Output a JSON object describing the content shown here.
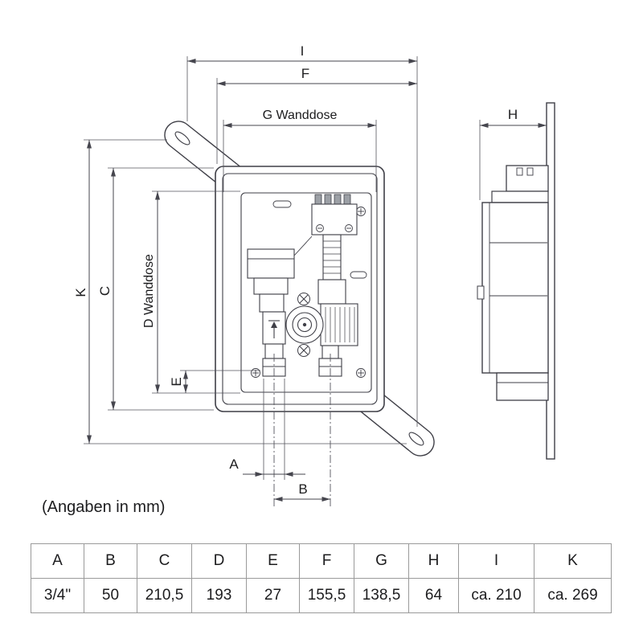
{
  "drawing": {
    "note": "(Angaben in mm)",
    "dim_labels": {
      "i": "I",
      "f": "F",
      "g": "G Wanddose",
      "h": "H",
      "k": "K",
      "c": "C",
      "d": "D Wanddose",
      "e": "E",
      "a": "A",
      "b": "B"
    }
  },
  "table": {
    "headers": [
      "A",
      "B",
      "C",
      "D",
      "E",
      "F",
      "G",
      "H",
      "I",
      "K"
    ],
    "values": [
      "3/4\"",
      "50",
      "210,5",
      "193",
      "27",
      "155,5",
      "138,5",
      "64",
      "ca. 210",
      "ca. 269"
    ]
  },
  "colors": {
    "line": "#3f3f47",
    "dimension": "#46464e",
    "text": "#1c1c1e",
    "table_border": "#9a9a9a"
  }
}
